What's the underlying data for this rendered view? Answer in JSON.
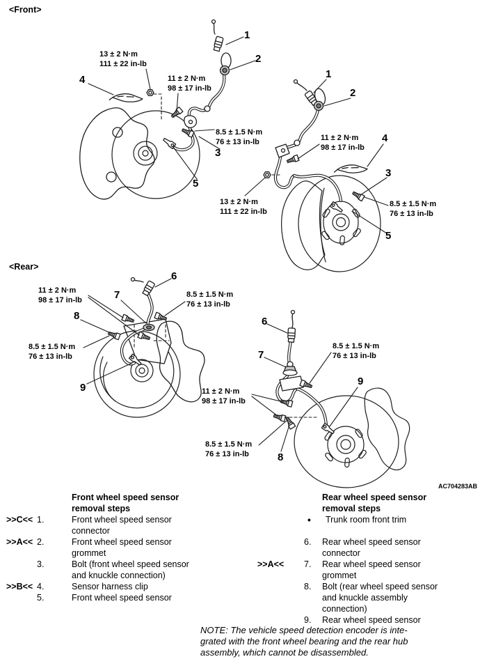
{
  "page": {
    "front_section_label": "<Front>",
    "rear_section_label": "<Rear>",
    "figure_code": "AC704283AB"
  },
  "torque": {
    "nm13": {
      "l1": "13 ± 2 N·m",
      "l2": "111 ± 22 in-lb"
    },
    "nm11": {
      "l1": "11 ± 2 N·m",
      "l2": "98 ± 17 in-lb"
    },
    "nm85": {
      "l1": "8.5 ± 1.5 N·m",
      "l2": "76 ± 13 in-lb"
    }
  },
  "callouts": {
    "n1": "1",
    "n2": "2",
    "n3": "3",
    "n4": "4",
    "n5": "5",
    "n6": "6",
    "n7": "7",
    "n8": "8",
    "n9": "9"
  },
  "front_list": {
    "title_l1": "Front wheel speed sensor",
    "title_l2": "removal steps",
    "items": [
      {
        "marker": ">>C<<",
        "num": "1.",
        "l1": "Front wheel speed sensor",
        "l2": "connector"
      },
      {
        "marker": ">>A<<",
        "num": "2.",
        "l1": "Front wheel speed sensor",
        "l2": "grommet"
      },
      {
        "marker": "",
        "num": "3.",
        "l1": "Bolt (front wheel speed sensor",
        "l2": "and knuckle connection)"
      },
      {
        "marker": ">>B<<",
        "num": "4.",
        "l1": "Sensor harness clip"
      },
      {
        "marker": "",
        "num": "5.",
        "l1": "Front wheel speed sensor"
      }
    ]
  },
  "rear_list": {
    "title_l1": "Rear wheel speed sensor",
    "title_l2": "removal steps",
    "bullet_glyph": "•",
    "bullet_item": "Trunk room front trim",
    "items": [
      {
        "marker": "",
        "num": "6.",
        "l1": "Rear wheel speed sensor",
        "l2": "connector"
      },
      {
        "marker": ">>A<<",
        "num": "7.",
        "l1": "Rear wheel speed sensor",
        "l2": "grommet"
      },
      {
        "marker": "",
        "num": "8.",
        "l1": "Bolt (rear wheel speed sensor",
        "l2": "and knuckle assembly",
        "l3": "connection)"
      },
      {
        "marker": "",
        "num": "9.",
        "l1": "Rear wheel speed sensor"
      }
    ]
  },
  "note": {
    "l1": "NOTE: The vehicle speed detection encoder is inte-",
    "l2": "grated with the front wheel bearing and the rear hub",
    "l3": "assembly, which cannot be disassembled."
  }
}
